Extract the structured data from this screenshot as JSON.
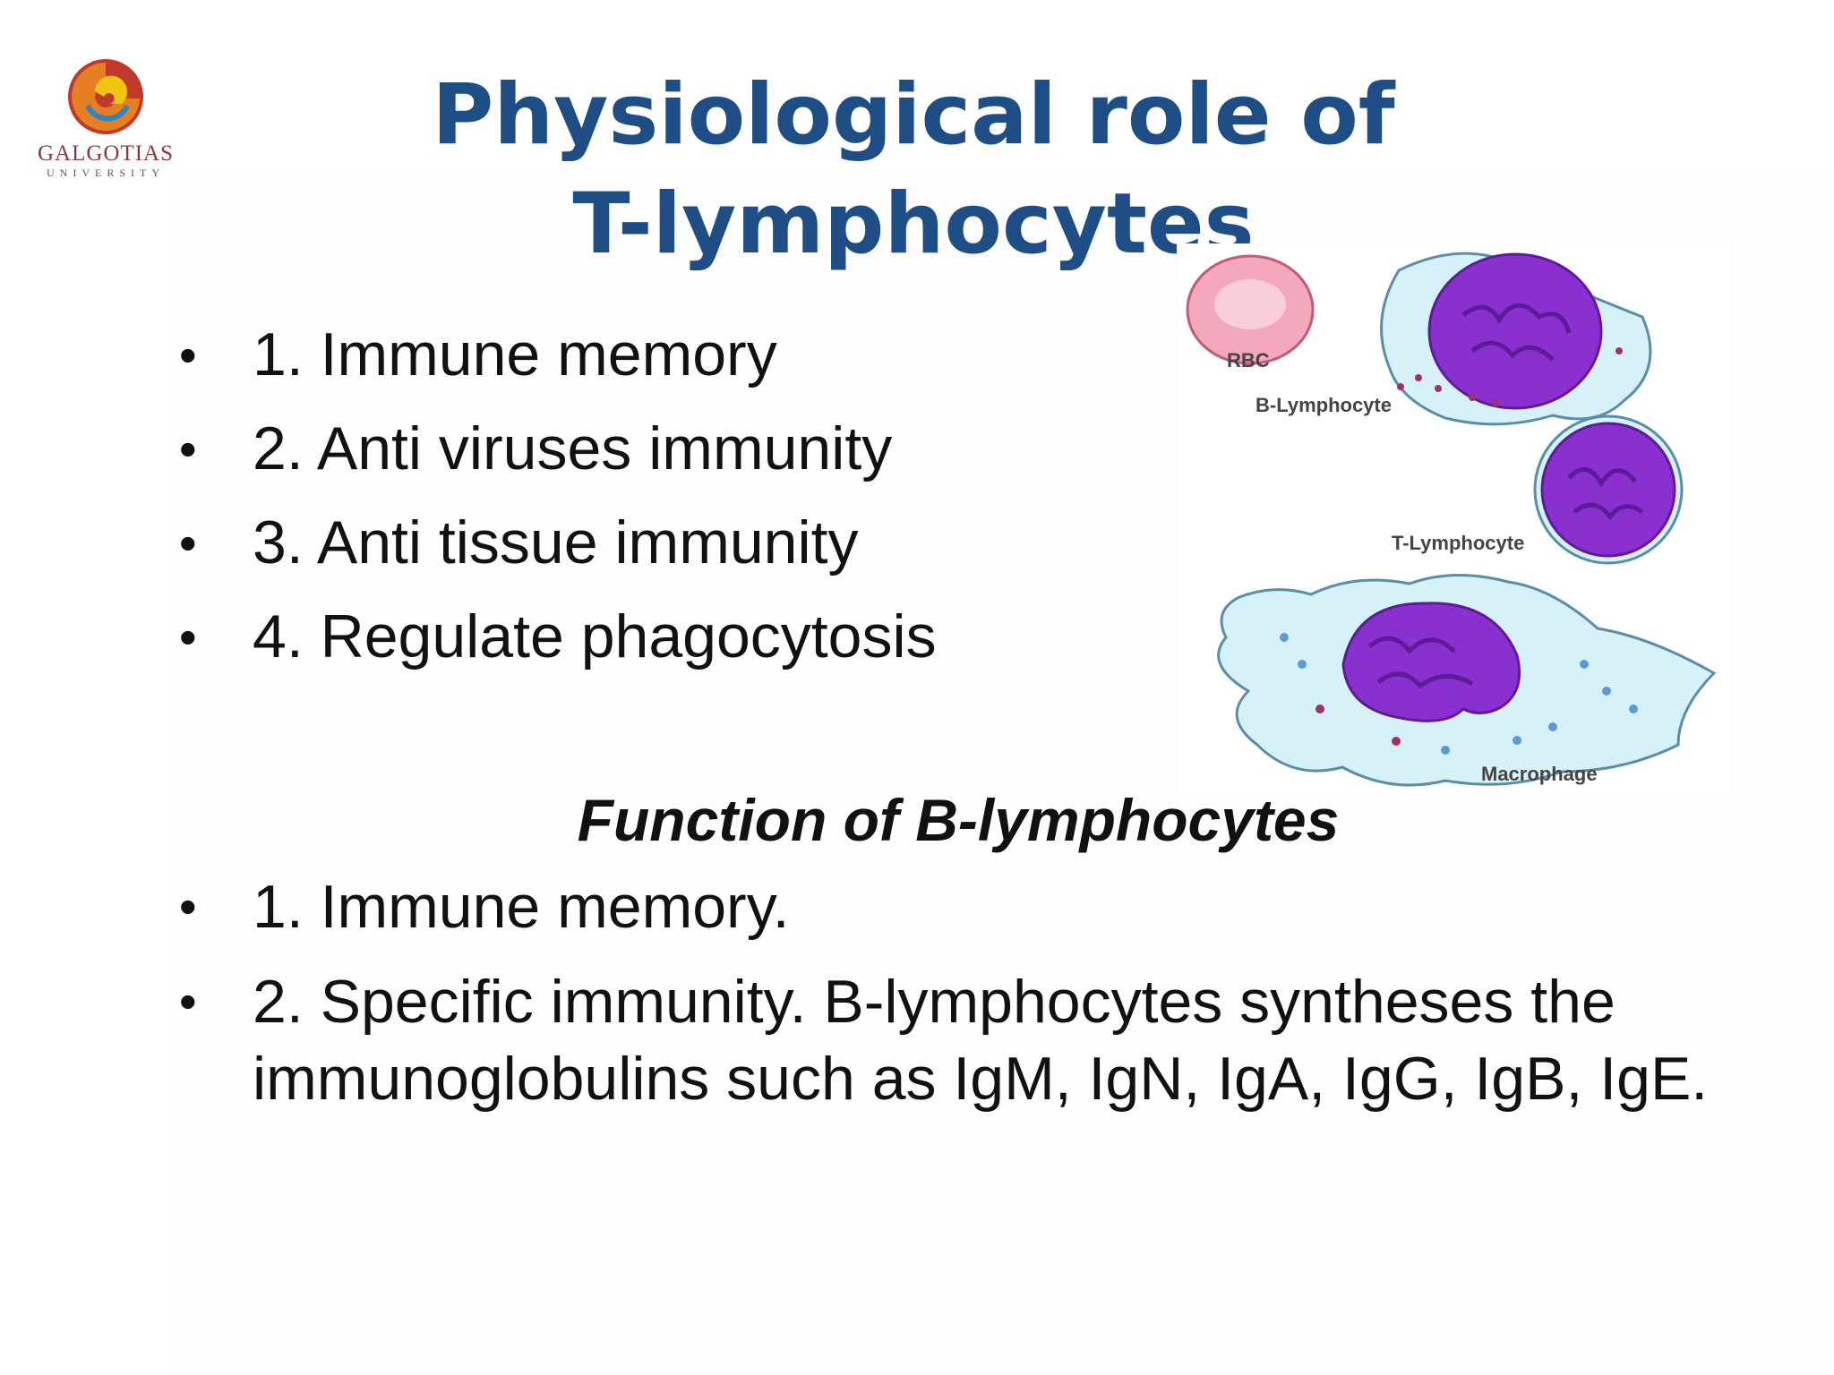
{
  "logo": {
    "name": "GALGOTIAS",
    "sub": "UNIVERSITY"
  },
  "title": {
    "line1": "Physiological role of",
    "line2": "T-lymphocytes"
  },
  "t_functions": [
    "1. Immune memory",
    "2. Anti viruses immunity",
    "3. Anti tissue immunity",
    "4. Regulate phagocytosis"
  ],
  "figure": {
    "labels": {
      "rbc": "RBC",
      "b_lymphocyte": "B-Lymphocyte",
      "t_lymphocyte": "T-Lymphocyte",
      "macrophage": "Macrophage"
    }
  },
  "b_heading": "Function of B-lymphocytes",
  "b_functions": [
    "1. Immune memory.",
    "2. Specific immunity. B-lymphocytes syntheses the immunoglobulins such as IgM, IgN, IgA, IgG, IgB, IgE."
  ],
  "bullet_glyph": "•",
  "colors": {
    "title": "#1f4e86",
    "nucleus": "#8a2fd0",
    "cell_body": "#d6f1f7",
    "rbc": "#f2a3b7"
  }
}
